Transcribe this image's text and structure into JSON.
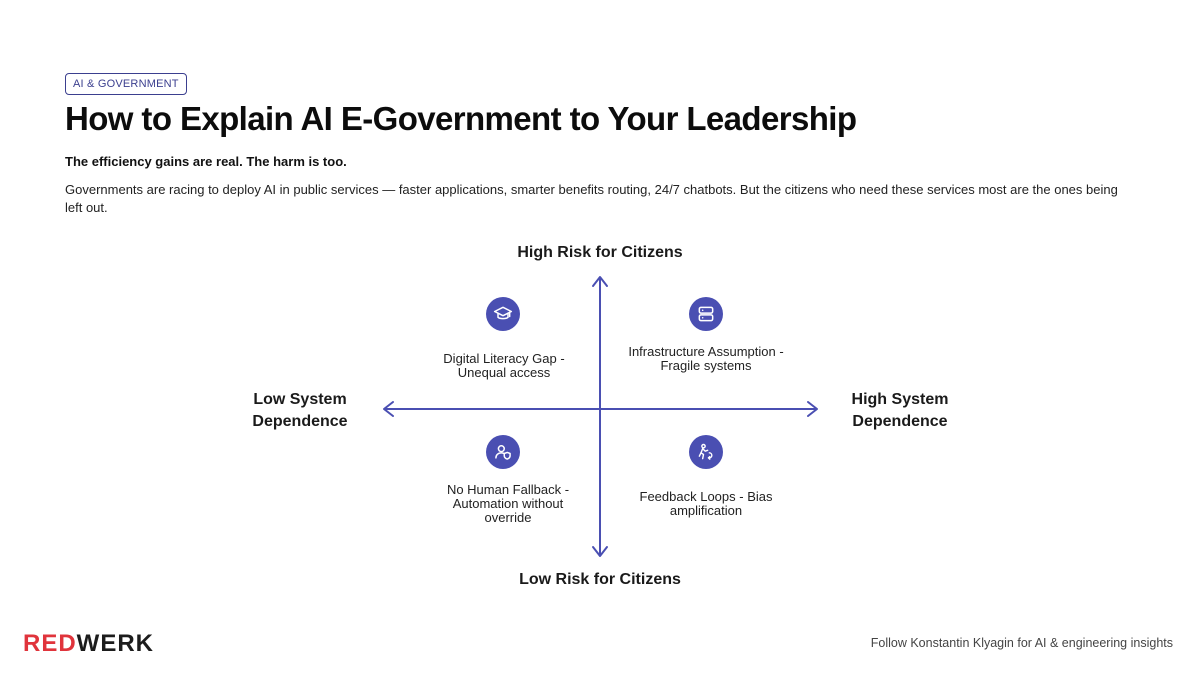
{
  "header": {
    "tag": "AI & GOVERNMENT",
    "title": "How to Explain AI E-Government to Your Leadership",
    "subtitle": "The efficiency gains are real. The harm is too.",
    "body": "Governments are racing to deploy AI in public services — faster applications, smarter benefits routing, 24/7 chatbots. But the citizens who need these services most are the ones being left out."
  },
  "matrix": {
    "axes": {
      "top": "High Risk for Citizens",
      "bottom": "Low Risk for Citizens",
      "left": "Low System Dependence",
      "right": "High System Dependence"
    },
    "accent_color": "#4a4fb2",
    "quadrants": [
      {
        "position": "top-left",
        "icon": "graduation-cap-icon",
        "label": "Digital Literacy Gap - Unequal access"
      },
      {
        "position": "top-right",
        "icon": "server-icon",
        "label": "Infrastructure Assumption - Fragile systems"
      },
      {
        "position": "bottom-left",
        "icon": "user-shield-icon",
        "label": "No Human Fallback - Automation without override"
      },
      {
        "position": "bottom-right",
        "icon": "loop-person-icon",
        "label": "Feedback Loops - Bias amplification"
      }
    ]
  },
  "footer": {
    "brand_red": "RED",
    "brand_dark": "WERK",
    "brand_color": "#e0343c",
    "note": "Follow Konstantin Klyagin for AI & engineering insights"
  }
}
